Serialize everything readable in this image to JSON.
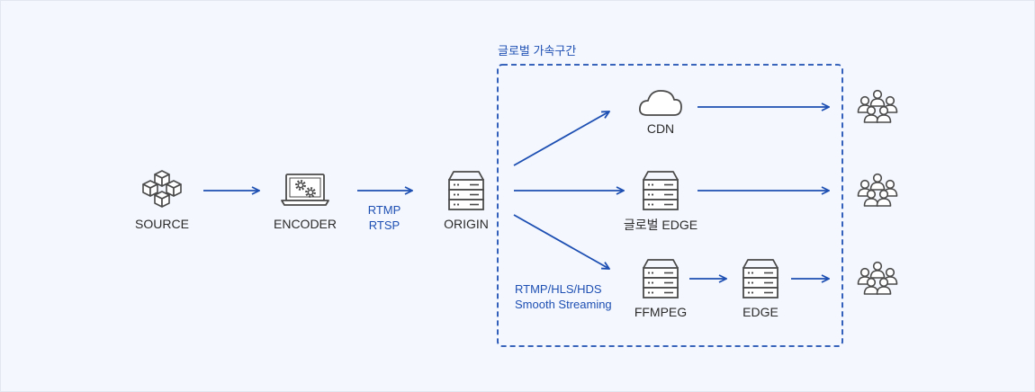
{
  "zone": {
    "title": "글로벌 가속구간"
  },
  "nodes": {
    "source": "SOURCE",
    "encoder": "ENCODER",
    "origin": "ORIGIN",
    "cdn": "CDN",
    "global_edge": "글로벌 EDGE",
    "ffmpeg": "FFMPEG",
    "edge": "EDGE"
  },
  "protocols": {
    "ingest": [
      "RTMP",
      "RTSP"
    ],
    "delivery": [
      "RTMP/HLS/HDS",
      "Smooth Streaming"
    ]
  },
  "colors": {
    "accent": "#1d4fb3",
    "icon": "#4a4a4a",
    "background": "#f4f7fd"
  },
  "icons": {
    "source": "cubes-icon",
    "encoder": "laptop-gears-icon",
    "server": "server-icon",
    "cdn": "cloud-icon",
    "viewers": "users-group-icon"
  }
}
